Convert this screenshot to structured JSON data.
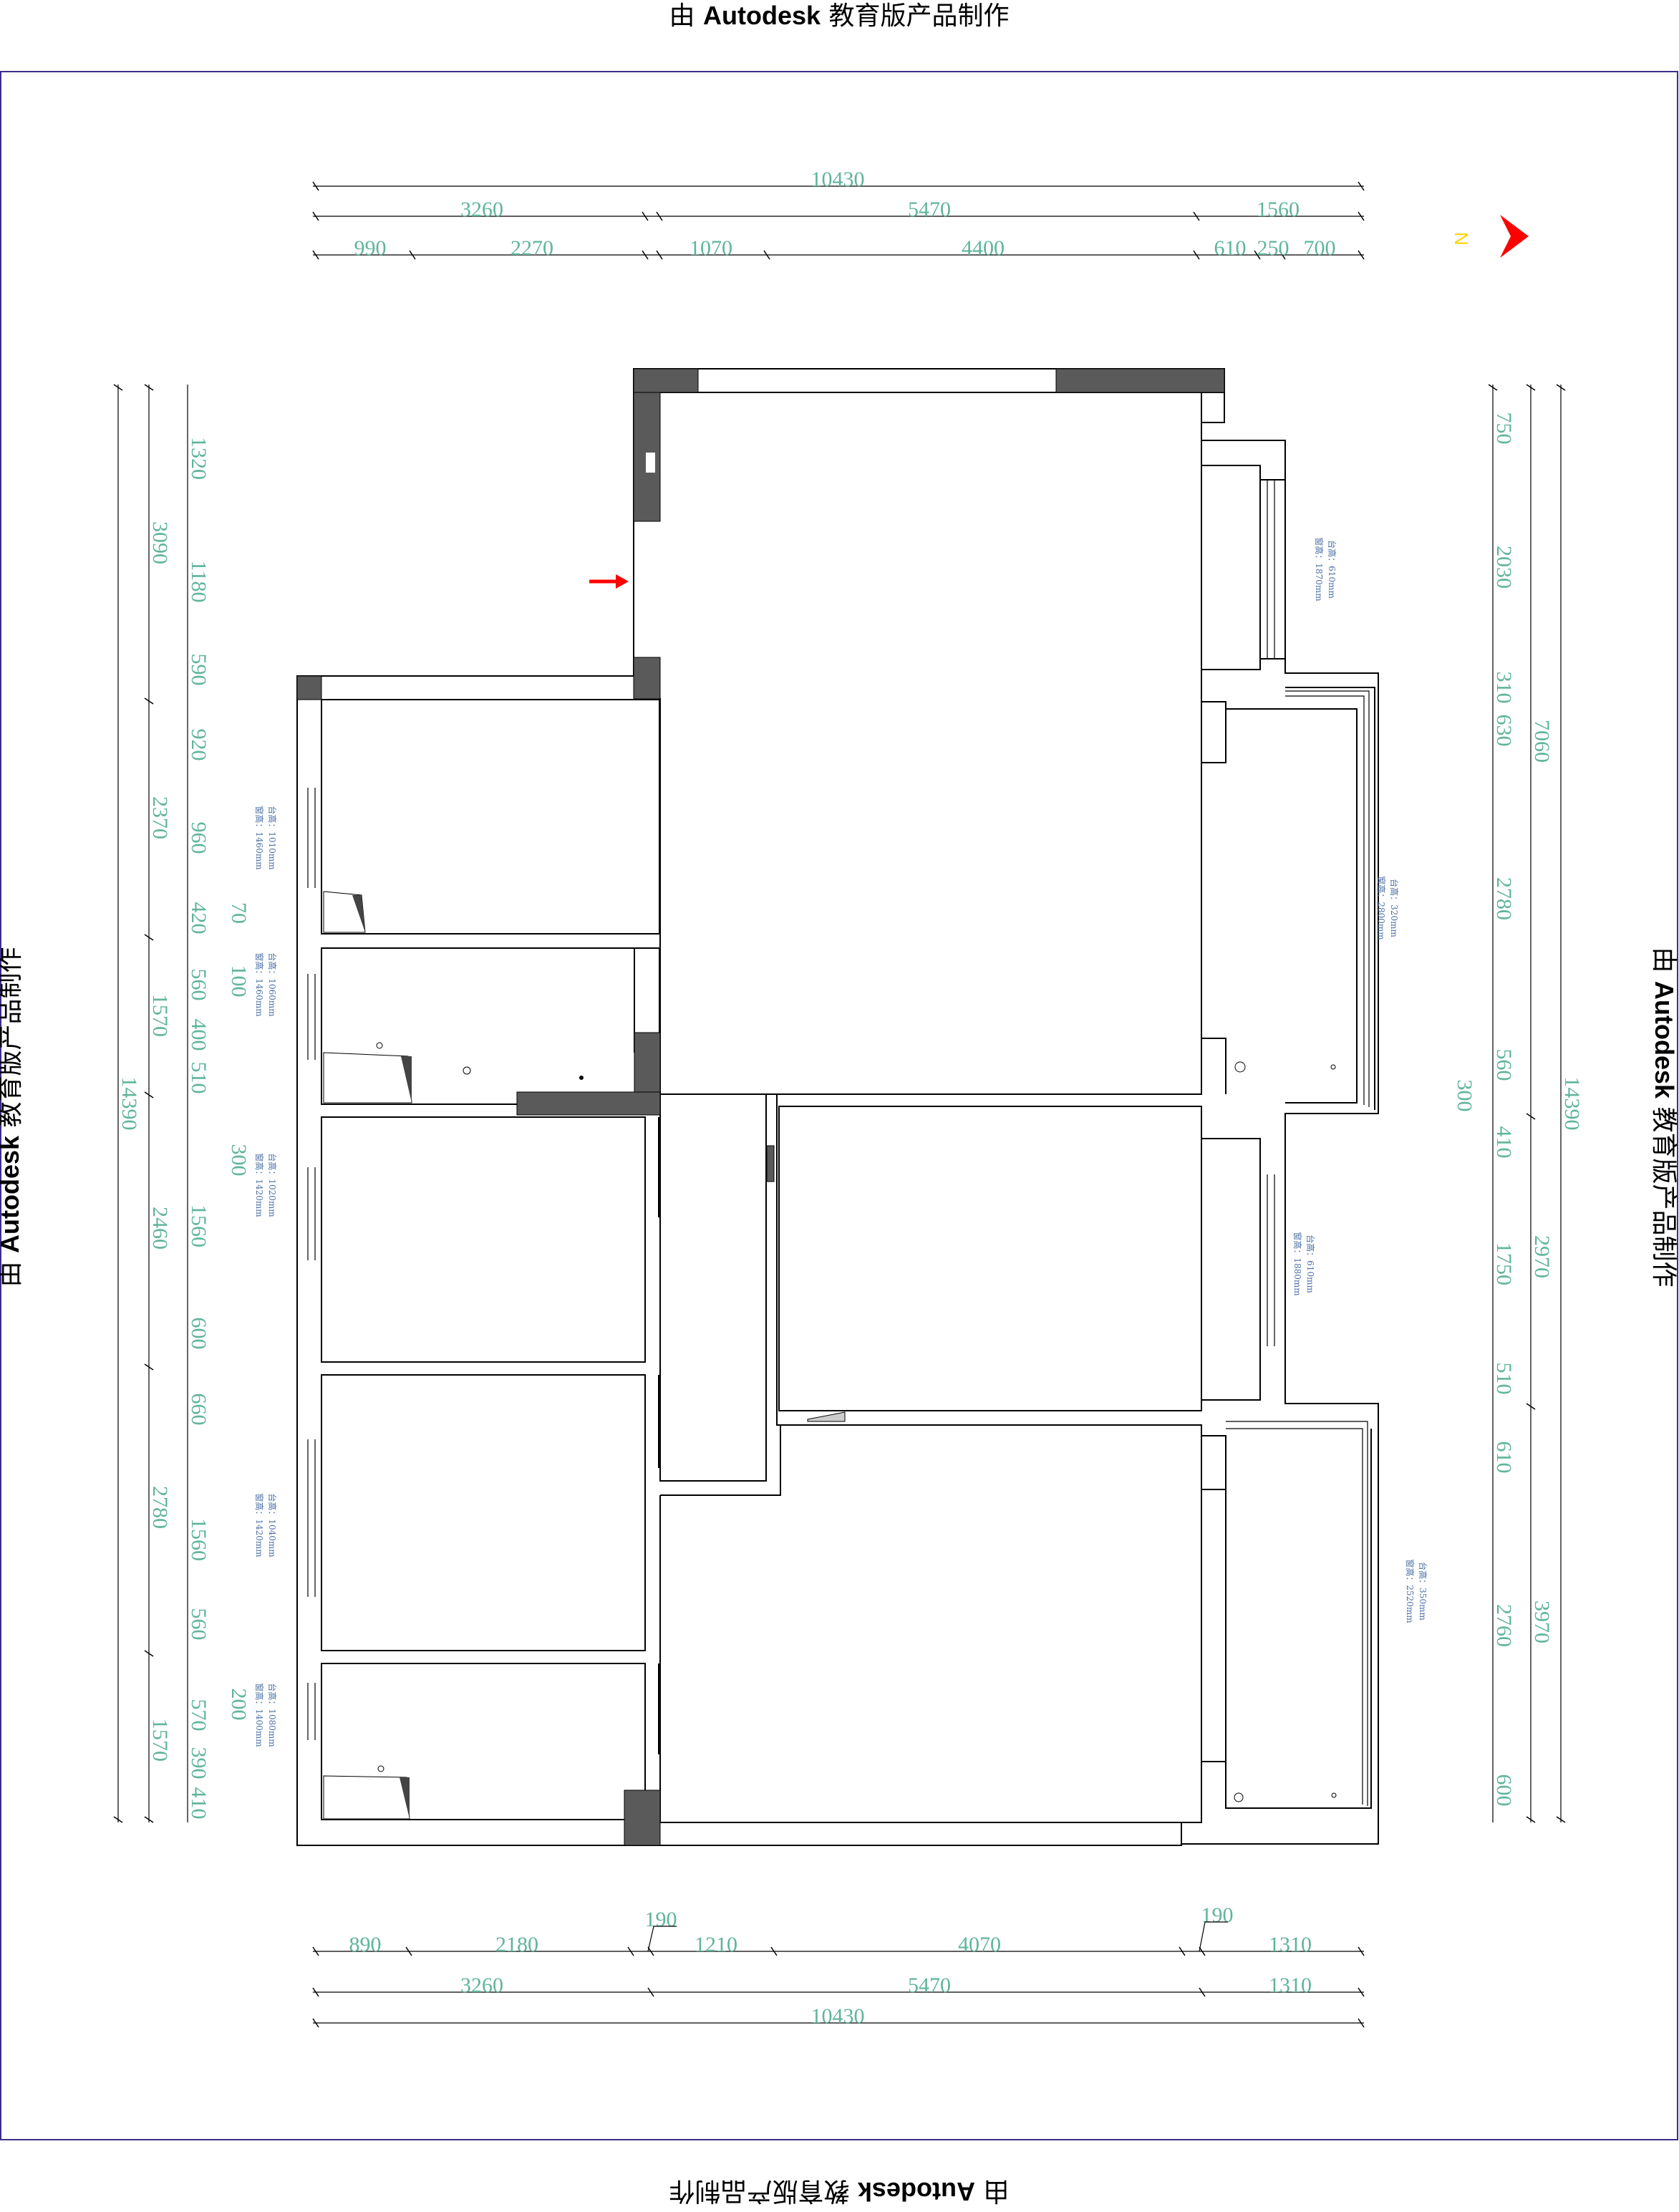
{
  "watermark": {
    "prefix": "由",
    "brand": "Autodesk",
    "suffix": "教育版产品制作"
  },
  "north": {
    "label": "N",
    "color": "#ffd400",
    "arrow_color": "#ff0000"
  },
  "entry_arrow": {
    "color": "#ff0000",
    "icon": "arrow-right-icon"
  },
  "dimensions": {
    "top_total": "10430",
    "top_mid": [
      "3260",
      "5470",
      "1560"
    ],
    "top_detail": [
      "990",
      "2270",
      "1070",
      "4400",
      "610",
      "250",
      "700"
    ],
    "bottom_detail": [
      "890",
      "2180",
      "190",
      "1210",
      "4070",
      "190",
      "1310"
    ],
    "bottom_mid": [
      "3260",
      "5470",
      "1310"
    ],
    "bottom_total": "10430",
    "left_total": "14390",
    "left_mid": [
      "3090",
      "2370",
      "1570",
      "2460",
      "2780",
      "1570"
    ],
    "left_detail": [
      "1320",
      "1180",
      "590",
      "920",
      "960",
      "420",
      "70",
      "560",
      "100",
      "400",
      "510",
      "300",
      "1560",
      "600",
      "660",
      "1560",
      "560",
      "200",
      "570",
      "390",
      "410"
    ],
    "right_total": "14390",
    "right_mid": [
      "7060",
      "2970",
      "3970"
    ],
    "right_detail": [
      "750",
      "2030",
      "310",
      "630",
      "2780",
      "560",
      "300",
      "410",
      "1750",
      "510",
      "610",
      "2760",
      "600"
    ]
  },
  "window_notes": [
    {
      "line1": "窗高：1870mm",
      "line2": "台高：610mm"
    },
    {
      "line1": "窗高：1460mm",
      "line2": "台高：1010mm"
    },
    {
      "line1": "窗高：1460mm",
      "line2": "台高：1060mm"
    },
    {
      "line1": "窗高：2800mm",
      "line2": "台高：320mm"
    },
    {
      "line1": "窗高：1420mm",
      "line2": "台高：1020mm"
    },
    {
      "line1": "窗高：1880mm",
      "line2": "台高：610mm"
    },
    {
      "line1": "窗高：1420mm",
      "line2": "台高：1040mm"
    },
    {
      "line1": "窗高：2520mm",
      "line2": "台高：350mm"
    },
    {
      "line1": "窗高：1400mm",
      "line2": "台高：1080mm"
    }
  ]
}
